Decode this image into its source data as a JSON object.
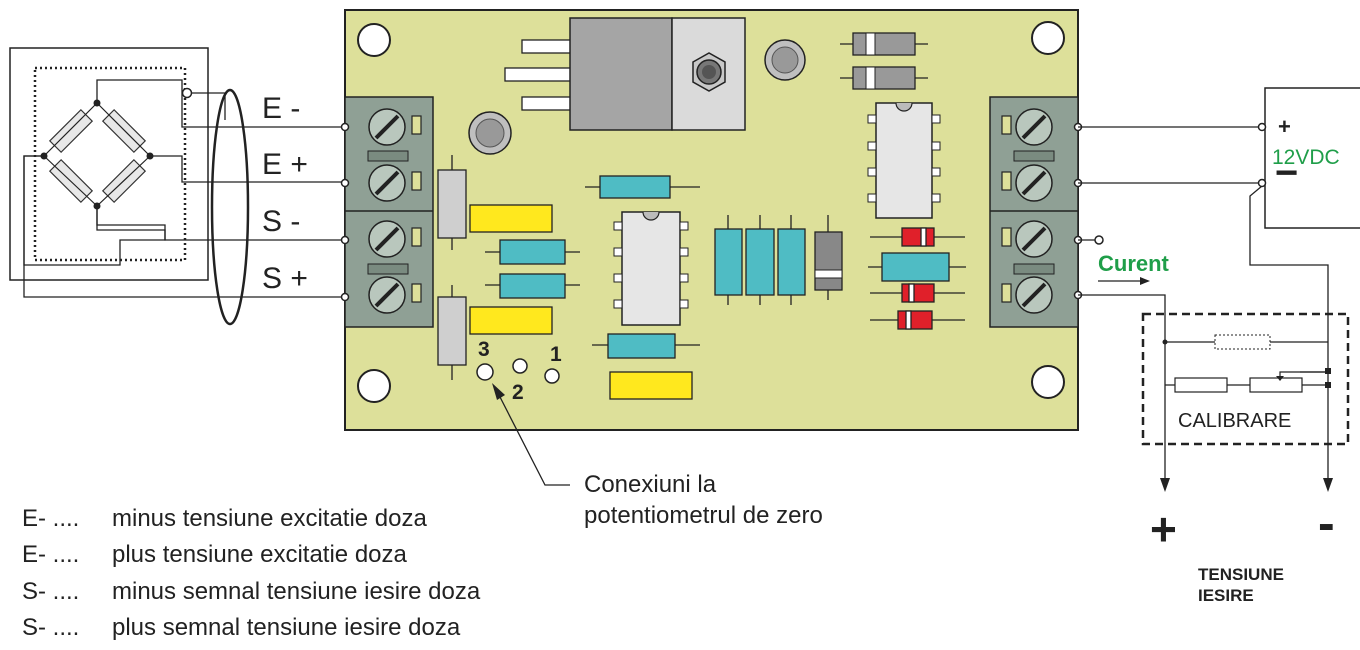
{
  "terminals": {
    "e_minus": "E -",
    "e_plus": "E +",
    "s_minus": "S -",
    "s_plus": "S +"
  },
  "pot_pins": {
    "pin1": "1",
    "pin2": "2",
    "pin3": "3"
  },
  "power": {
    "label": "12VDC",
    "plus": "+",
    "minus": "−"
  },
  "current_label": "Curent",
  "calibration_label": "CALIBRARE",
  "output": {
    "plus": "+",
    "minus": "-",
    "title_line1": "TENSIUNE",
    "title_line2": "IESIRE"
  },
  "annotation": {
    "line1": "Conexiuni la",
    "line2": "potentiometrul de zero"
  },
  "legend": [
    {
      "key": "E- ....",
      "text": "minus tensiune excitatie doza"
    },
    {
      "key": "E- ....",
      "text": "plus tensiune excitatie doza"
    },
    {
      "key": "S- ....",
      "text": "minus semnal tensiune iesire doza"
    },
    {
      "key": "S- ....",
      "text": "plus semnal tensiune iesire doza"
    }
  ],
  "colors": {
    "board": "#dde09a",
    "terminal": "#8fa095",
    "resistor_blue": "#4fbcc4",
    "capacitor_yellow": "#ffe81e",
    "diode_red": "#e0202a",
    "label_green": "#1f9e49"
  }
}
